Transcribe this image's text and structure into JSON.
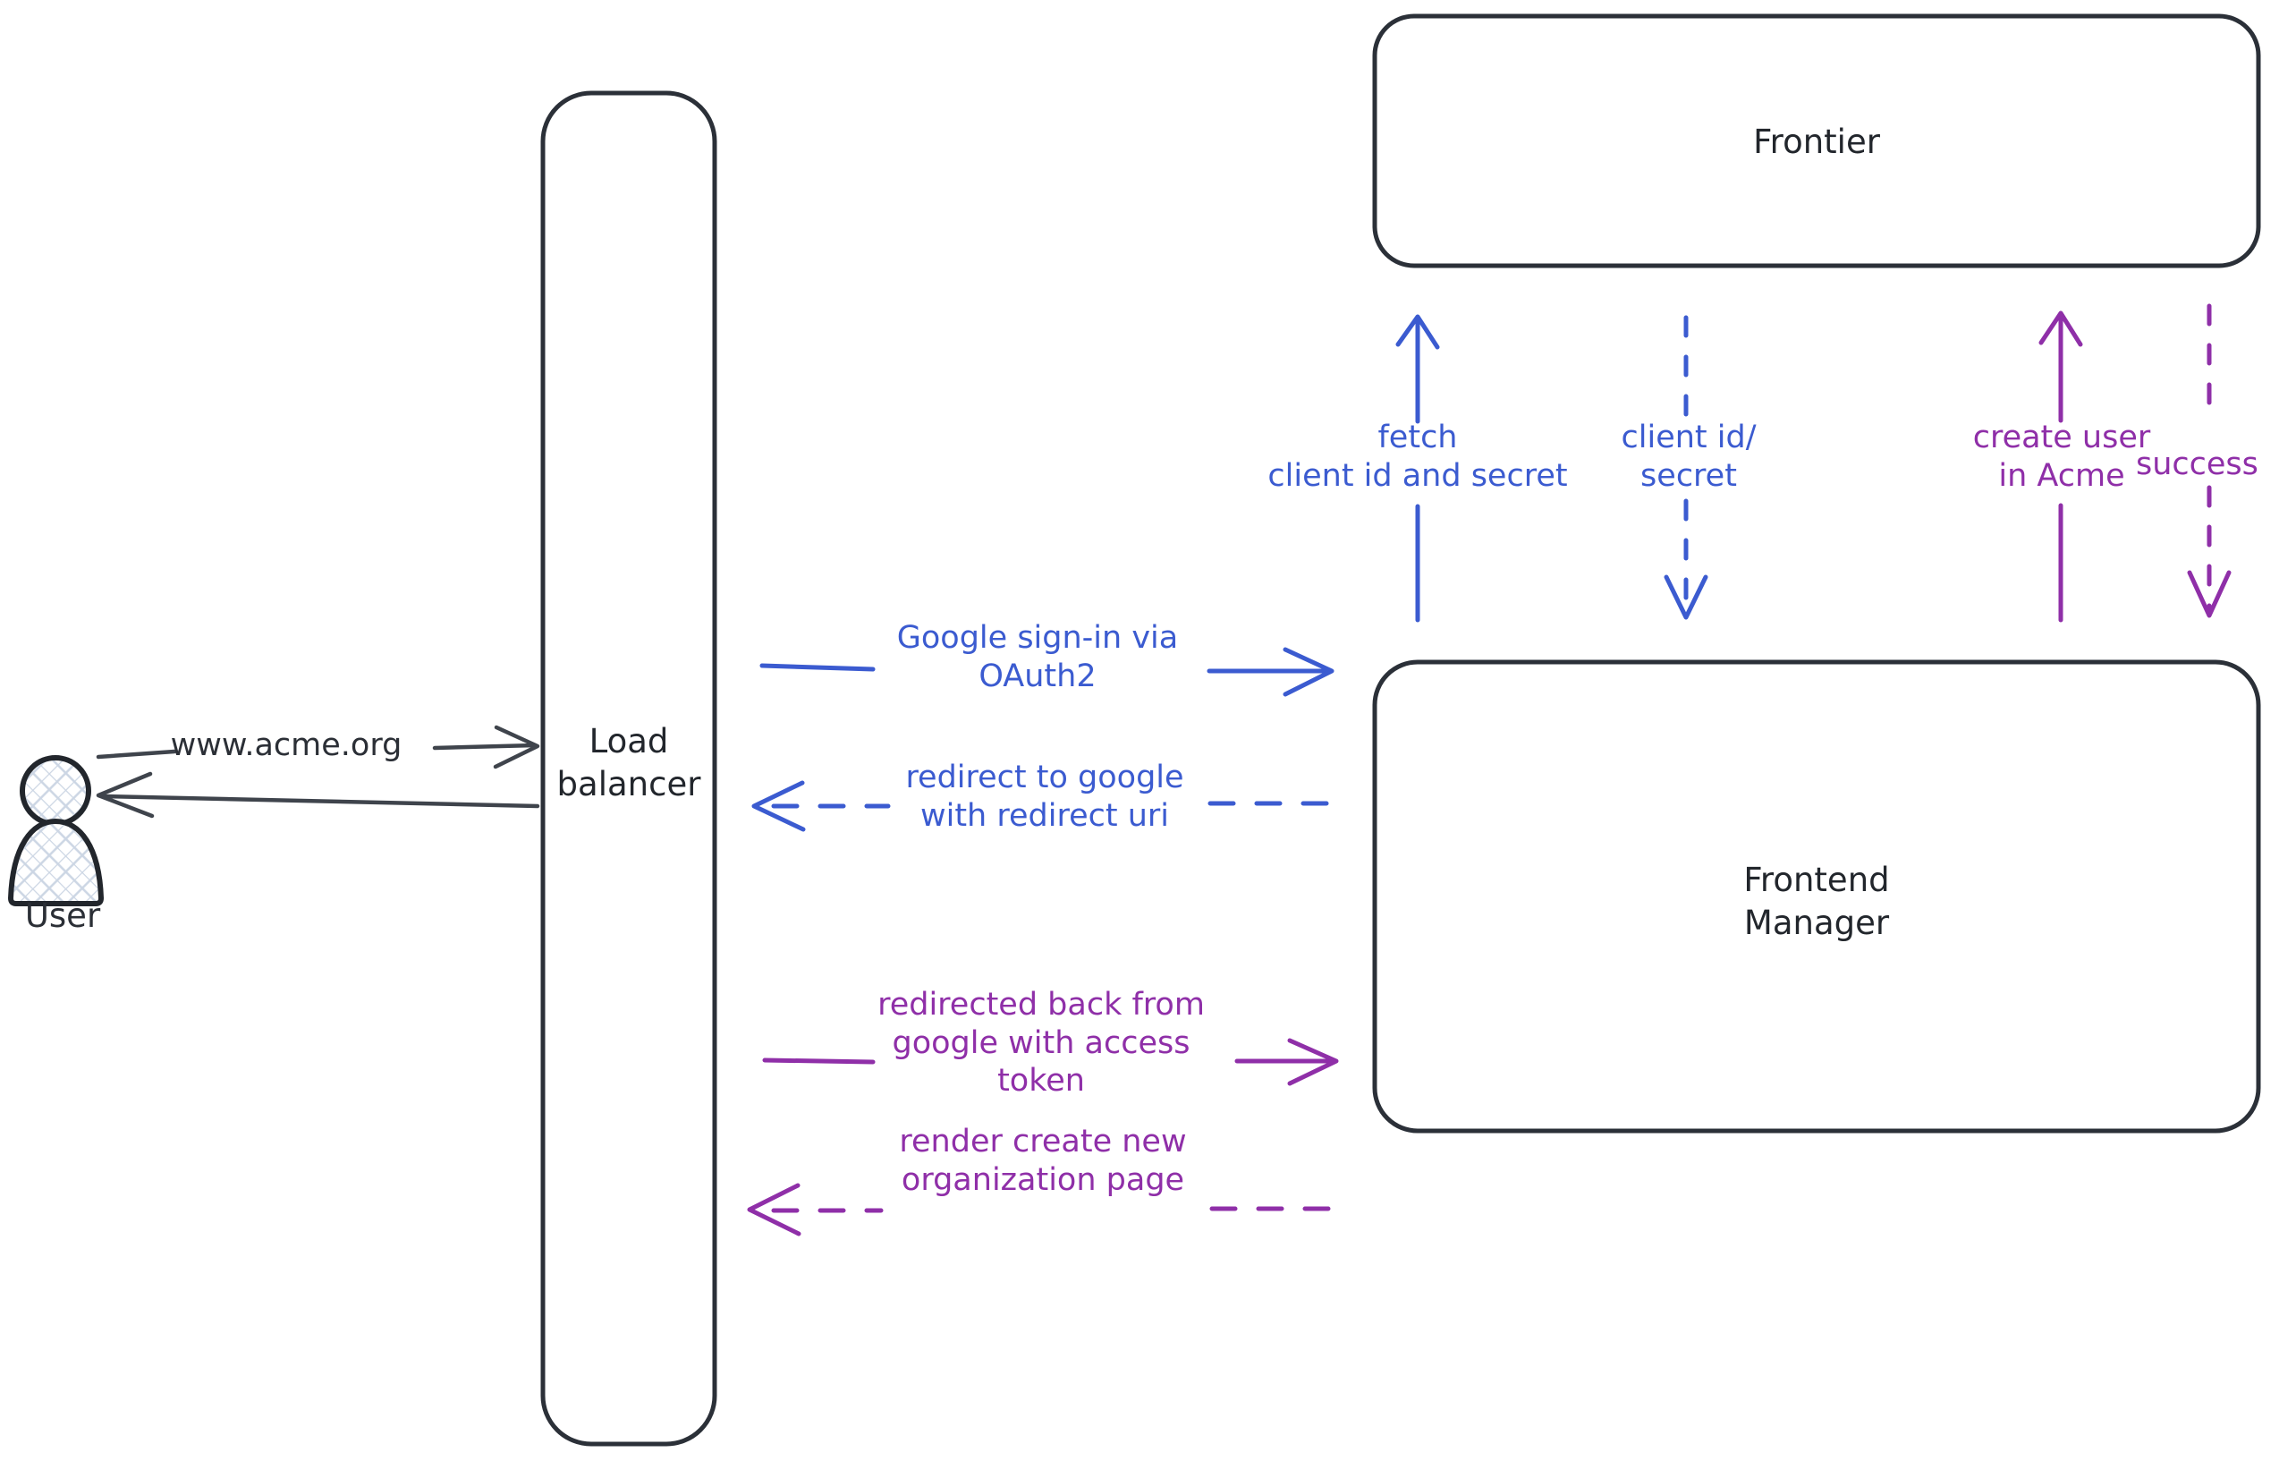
{
  "diagram": {
    "title": "Google OAuth2 sign-in sequence diagram",
    "background": "#ffffff",
    "colors": {
      "stroke_dark": "#22262c",
      "blue": "#3b5bd0",
      "purple": "#8f2fa8",
      "actor_fill_hatch": "#ccd6e4"
    }
  },
  "nodes": {
    "user": {
      "label": "User",
      "shape": "actor-person"
    },
    "load_balancer": {
      "label": "Load\nbalancer",
      "shape": "rounded-rect-tall"
    },
    "frontier": {
      "label": "Frontier",
      "shape": "rounded-rect"
    },
    "frontend_manager": {
      "label": "Frontend\nManager",
      "shape": "rounded-rect"
    }
  },
  "edges": [
    {
      "id": "user-to-lb",
      "label": "www.acme.org",
      "from": "user",
      "to": "load_balancer",
      "color": "#2b2f36",
      "style": "solid",
      "direction": "right"
    },
    {
      "id": "lb-to-user",
      "label": "",
      "from": "load_balancer",
      "to": "user",
      "color": "#2b2f36",
      "style": "solid",
      "direction": "left"
    },
    {
      "id": "lb-to-fm-signin",
      "label": "Google sign-in via\nOAuth2",
      "from": "load_balancer",
      "to": "frontend_manager",
      "color": "#3b5bd0",
      "style": "solid",
      "direction": "right"
    },
    {
      "id": "fm-to-lb-redirect",
      "label": "redirect to google\nwith redirect uri",
      "from": "frontend_manager",
      "to": "load_balancer",
      "color": "#3b5bd0",
      "style": "dashed",
      "direction": "left"
    },
    {
      "id": "lb-to-fm-token",
      "label": "redirected back from\ngoogle with access\ntoken",
      "from": "load_balancer",
      "to": "frontend_manager",
      "color": "#8f2fa8",
      "style": "solid",
      "direction": "right"
    },
    {
      "id": "fm-to-lb-render",
      "label": "render create new\norganization page",
      "from": "frontend_manager",
      "to": "load_balancer",
      "color": "#8f2fa8",
      "style": "dashed",
      "direction": "left"
    },
    {
      "id": "fm-to-frontier-fetch",
      "label": "fetch\nclient id and secret",
      "from": "frontend_manager",
      "to": "frontier",
      "color": "#3b5bd0",
      "style": "solid",
      "direction": "up"
    },
    {
      "id": "frontier-to-fm-creds",
      "label": "client id/\nsecret",
      "from": "frontier",
      "to": "frontend_manager",
      "color": "#3b5bd0",
      "style": "dashed",
      "direction": "down"
    },
    {
      "id": "fm-to-frontier-create-user",
      "label": "create user\nin Acme",
      "from": "frontend_manager",
      "to": "frontier",
      "color": "#8f2fa8",
      "style": "solid",
      "direction": "up"
    },
    {
      "id": "frontier-to-fm-success",
      "label": "success",
      "from": "frontier",
      "to": "frontend_manager",
      "color": "#8f2fa8",
      "style": "dashed",
      "direction": "down"
    }
  ]
}
